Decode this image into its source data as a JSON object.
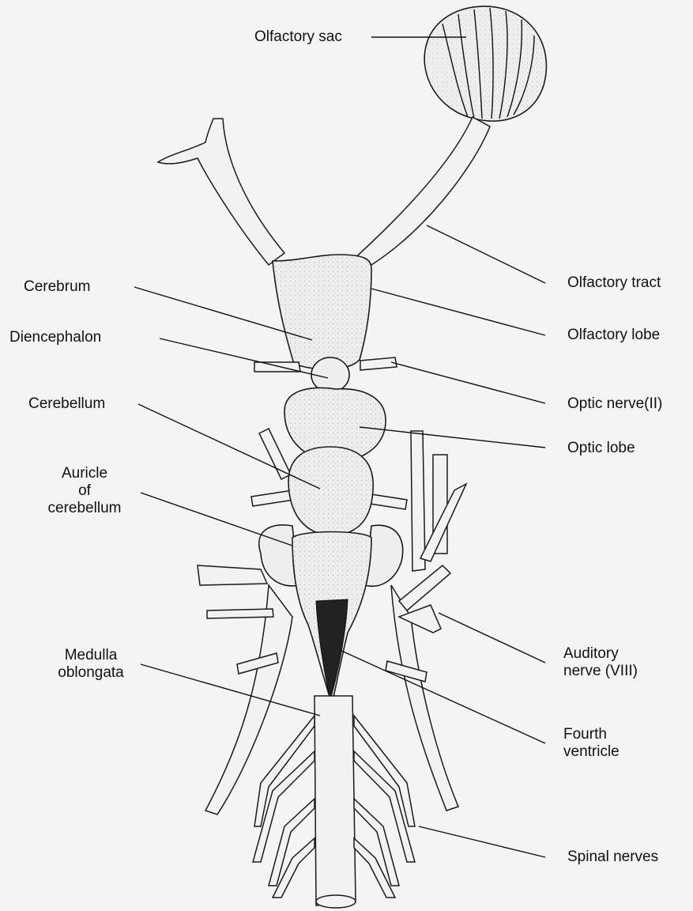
{
  "diagram": {
    "labels": {
      "olfactory_sac": "Olfactory sac",
      "cerebrum": "Cerebrum",
      "diencephalon": "Diencephalon",
      "cerebellum": "Cerebellum",
      "auricle": "Auricle\nof\ncerebellum",
      "medulla": "Medulla\noblongata",
      "olfactory_tract": "Olfactory tract",
      "olfactory_lobe": "Olfactory lobe",
      "optic_nerve": "Optic nerve(II)",
      "optic_lobe": "Optic lobe",
      "auditory_nerve": "Auditory\nnerve (VIII)",
      "fourth_ventricle": "Fourth\nventricle",
      "spinal_nerves": "Spinal  nerves"
    }
  }
}
